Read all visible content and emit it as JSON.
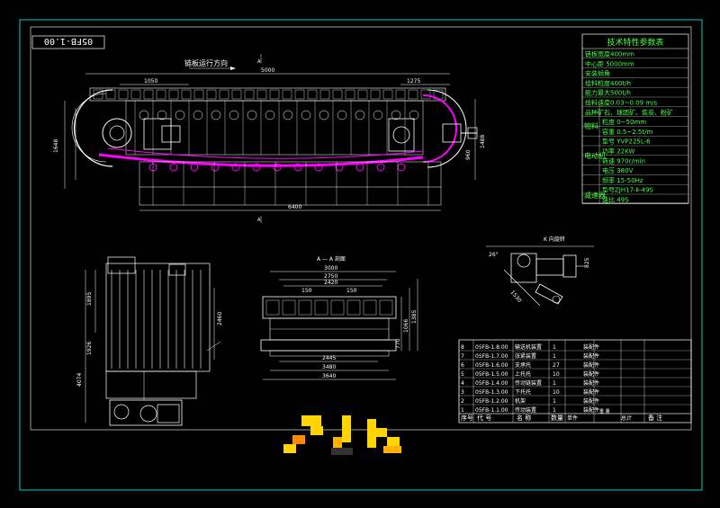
{
  "drawing": {
    "number_box": "05FB-1.00",
    "direction_label": "链板运行方向",
    "dims_top": {
      "overall": "5000",
      "left": "1050",
      "right": "1275"
    },
    "dims_side": {
      "left": "1648",
      "right_a": "1488",
      "right_b": "960"
    },
    "dim_bottom": "6400",
    "section_mark": "A",
    "section_title": "A — A 剖面",
    "section_dims": {
      "w1": "3000",
      "w2": "2750",
      "w3": "2420",
      "d1": "150",
      "d2": "150",
      "b1": "2445",
      "b2": "3480",
      "b3": "3640",
      "h1": "770",
      "h2": "1066",
      "h3": "1385"
    },
    "view_dims": {
      "a": "1895",
      "b": "1926",
      "c": "4074",
      "d": "2460"
    },
    "k_view_title": "K 向旋转",
    "k_dims": {
      "angle": "26°",
      "len": "1530",
      "r": "825"
    }
  },
  "spec_table": {
    "title": "技术特性参数表",
    "rows": [
      "链板宽度400mm",
      "中心距 5000mm",
      "安装倾角",
      "给料粒度400t/h",
      "能力最大500t/h",
      "给料速度0.03~0.09 m/s",
      "品种矿石、球团矿、焦炭、粉矿",
      "粒度 0~50mm",
      "容重 0.5~2.5t/m",
      "型号 YVP225L-6",
      "功率 22KW",
      "转速 970r/min",
      "电压 380V",
      "频率 15-50Hz",
      "型号ZJH17-Ⅱ-49S",
      "速比 49S"
    ],
    "side_labels": {
      "material": "物料",
      "motor": "电动机",
      "reducer": "减速器"
    }
  },
  "parts_table": {
    "rows": [
      {
        "no": "8",
        "code": "05FB-1.8.00",
        "name": "输送机装置",
        "qty": "1",
        "note": "装配件"
      },
      {
        "no": "7",
        "code": "05FB-1.7.00",
        "name": "张紧装置",
        "qty": "1",
        "note": "装配件"
      },
      {
        "no": "6",
        "code": "05FB-1.6.00",
        "name": "支承托",
        "qty": "27",
        "note": "装配件"
      },
      {
        "no": "5",
        "code": "05FB-1.5.00",
        "name": "上托托",
        "qty": "10",
        "note": "装配件"
      },
      {
        "no": "4",
        "code": "05FB-1.4.00",
        "name": "传动链装置",
        "qty": "1",
        "note": "装配件"
      },
      {
        "no": "3",
        "code": "05FB-1.3.00",
        "name": "下托托",
        "qty": "10",
        "note": "装配件"
      },
      {
        "no": "2",
        "code": "05FB-1.2.00",
        "name": "机架",
        "qty": "1",
        "note": "装配件"
      },
      {
        "no": "1",
        "code": "05FB-1.1.00",
        "name": "传动装置",
        "qty": "1",
        "note": "装配件"
      }
    ],
    "header": {
      "no": "序号",
      "code": "代 号",
      "name": "名 称",
      "qty": "数量",
      "unit": "单件",
      "total": "总计",
      "note": "备 注",
      "weight": "重 量"
    }
  },
  "colors": {
    "frame": "#00ffff",
    "lines": "#ffffff",
    "chain": "#ff00ff",
    "spec_text": "#46ff46",
    "mosaic": "#ffd400"
  }
}
